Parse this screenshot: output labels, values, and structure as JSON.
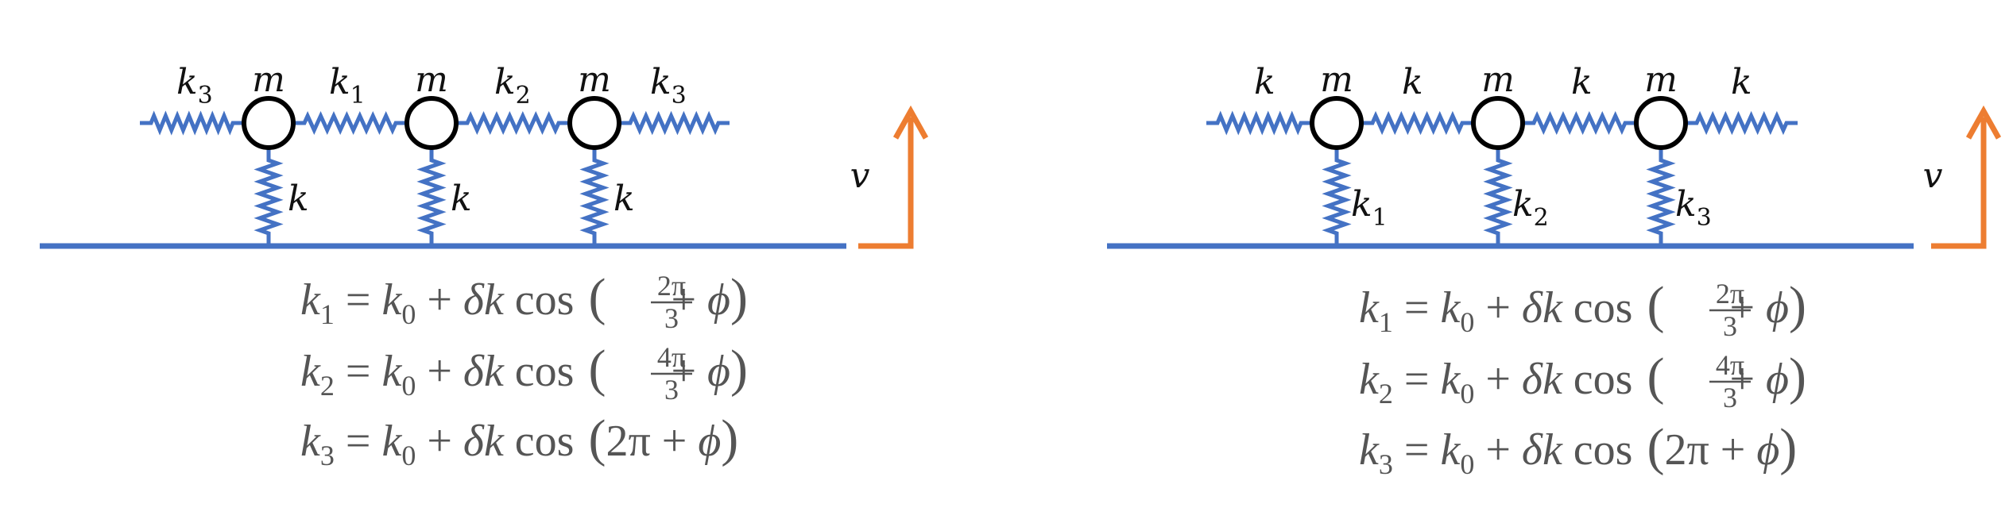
{
  "colors": {
    "spring": "#4472C4",
    "arrow": "#ED7D31",
    "mass": "#000000",
    "equation": "#555555"
  },
  "panels": [
    {
      "mass_labels": [
        "m",
        "m",
        "m"
      ],
      "horizontal_springs": [
        {
          "base": "k",
          "sub": "3"
        },
        {
          "base": "k",
          "sub": "1"
        },
        {
          "base": "k",
          "sub": "2"
        },
        {
          "base": "k",
          "sub": "3"
        }
      ],
      "vertical_springs": [
        {
          "base": "k",
          "sub": ""
        },
        {
          "base": "k",
          "sub": ""
        },
        {
          "base": "k",
          "sub": ""
        }
      ],
      "velocity_label": "v",
      "equations": [
        {
          "lhs": "k",
          "sub": "1",
          "frac_num": "2π",
          "frac_den": "3"
        },
        {
          "lhs": "k",
          "sub": "2",
          "frac_num": "4π",
          "frac_den": "3"
        },
        {
          "lhs": "k",
          "sub": "3",
          "inner": "2π"
        }
      ]
    },
    {
      "mass_labels": [
        "m",
        "m",
        "m"
      ],
      "horizontal_springs": [
        {
          "base": "k",
          "sub": ""
        },
        {
          "base": "k",
          "sub": ""
        },
        {
          "base": "k",
          "sub": ""
        },
        {
          "base": "k",
          "sub": ""
        }
      ],
      "vertical_springs": [
        {
          "base": "k",
          "sub": "1"
        },
        {
          "base": "k",
          "sub": "2"
        },
        {
          "base": "k",
          "sub": "3"
        }
      ],
      "velocity_label": "v",
      "equations": [
        {
          "lhs": "k",
          "sub": "1",
          "frac_num": "2π",
          "frac_den": "3"
        },
        {
          "lhs": "k",
          "sub": "2",
          "frac_num": "4π",
          "frac_den": "3"
        },
        {
          "lhs": "k",
          "sub": "3",
          "inner": "2π"
        }
      ]
    }
  ],
  "equation_parts": {
    "eq": "=",
    "k0": "k",
    "k0_sub": "0",
    "plus": "+",
    "delta_k": "δk",
    "cos": "cos",
    "phi": "ϕ"
  }
}
